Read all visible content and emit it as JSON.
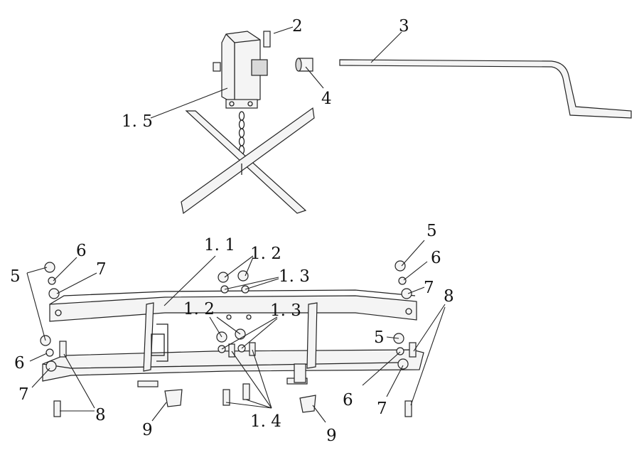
{
  "labels": {
    "l2": "2",
    "l3": "3",
    "l4": "4",
    "l15": "1. 5",
    "l11": "1. 1",
    "l12a": "1. 2",
    "l13a": "1. 3",
    "l12b": "1. 2",
    "l13b": "1. 3",
    "l14": "1. 4",
    "l5a": "5",
    "l6a": "6",
    "l7a": "7",
    "l6b": "6",
    "l7b": "7",
    "l8a": "8",
    "l9a": "9",
    "l9b": "9",
    "l5b": "5",
    "l6c": "6",
    "l7c": "7",
    "l8b": "8",
    "l5c": "5",
    "l6d": "6",
    "l7d": "7"
  },
  "colors": {
    "line": "#222222",
    "background": "#ffffff"
  }
}
